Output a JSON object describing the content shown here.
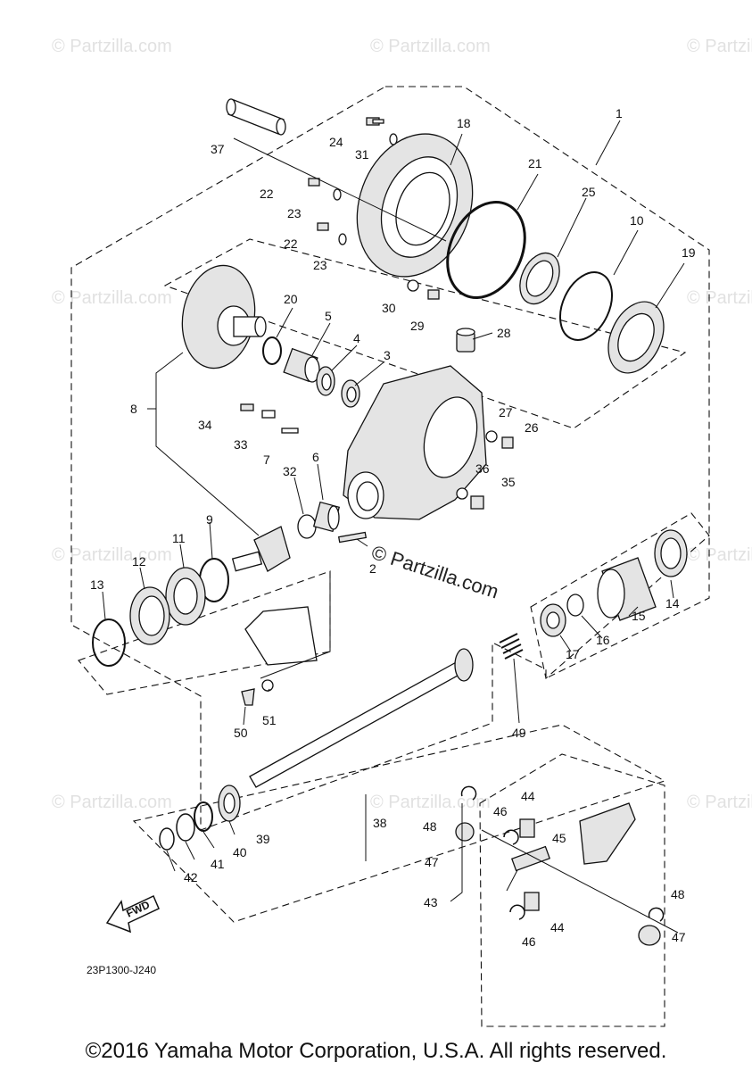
{
  "diagram_code": "23P1300-J240",
  "fwd_label": "FWD",
  "watermark": "© Partzilla.com",
  "copyright": "©2016 Yamaha Motor Corporation, U.S.A. All rights reserved.",
  "callouts": {
    "c1": "1",
    "c2": "2",
    "c3": "3",
    "c4": "4",
    "c5": "5",
    "c6": "6",
    "c7": "7",
    "c8": "8",
    "c9": "9",
    "c10": "10",
    "c11": "11",
    "c12": "12",
    "c13": "13",
    "c14": "14",
    "c15": "15",
    "c16": "16",
    "c17": "17",
    "c18": "18",
    "c19": "19",
    "c20": "20",
    "c21": "21",
    "c22a": "22",
    "c22b": "22",
    "c23a": "23",
    "c23b": "23",
    "c24": "24",
    "c25": "25",
    "c26": "26",
    "c27": "27",
    "c28": "28",
    "c29": "29",
    "c30": "30",
    "c31": "31",
    "c32": "32",
    "c33": "33",
    "c34": "34",
    "c35": "35",
    "c36": "36",
    "c37": "37",
    "c38": "38",
    "c39": "39",
    "c40": "40",
    "c41": "41",
    "c42": "42",
    "c43": "43",
    "c44a": "44",
    "c44b": "44",
    "c45": "45",
    "c46a": "46",
    "c46b": "46",
    "c47a": "47",
    "c47b": "47",
    "c48a": "48",
    "c48b": "48",
    "c49": "49",
    "c50": "50",
    "c51": "51"
  }
}
